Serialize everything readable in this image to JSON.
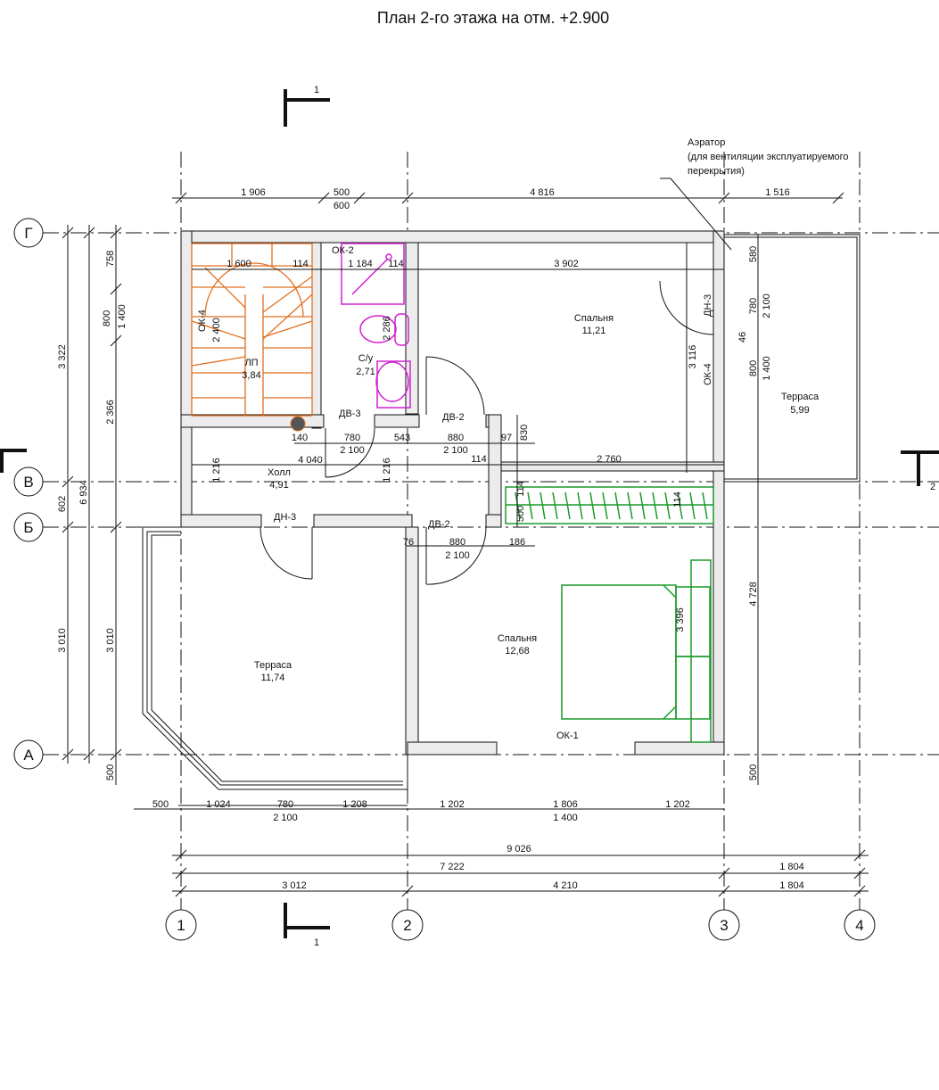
{
  "title": "План 2-го этажа на отм. +2.900",
  "axes": {
    "v": [
      "1",
      "2",
      "3",
      "4"
    ],
    "h": [
      "Г",
      "В",
      "Б",
      "А"
    ]
  },
  "sections": {
    "top": "1",
    "bottom": "1",
    "right": "2"
  },
  "note": {
    "line1": "Аэратор",
    "line2": "(для вентиляции эксплуатируемого",
    "line3": "перекрытия)"
  },
  "rooms": {
    "stair": {
      "name": "ЛП",
      "area": "3,84"
    },
    "bath": {
      "name": "С/у",
      "area": "2,71"
    },
    "bedroom1": {
      "name": "Спальня",
      "area": "11,21"
    },
    "hall": {
      "name": "Холл",
      "area": "4,91"
    },
    "terrace_right": {
      "name": "Терраса",
      "area": "5,99"
    },
    "terrace_left": {
      "name": "Терраса",
      "area": "11,74"
    },
    "bedroom2": {
      "name": "Спальня",
      "area": "12,68"
    }
  },
  "openings": {
    "ok2": "ОК-2",
    "ok4a": "ОК-4",
    "ok4b": "ОК-4",
    "ok1": "ОК-1",
    "dv3": "ДВ-3",
    "dv2a": "ДВ-2",
    "dv2b": "ДВ-2",
    "dn3a": "ДН-3",
    "dn3b": "ДН-3"
  },
  "dims": {
    "top": [
      "1 906",
      "500",
      "600",
      "4 816",
      "1 516"
    ],
    "inner_top": [
      "1 600",
      "114",
      "1 184",
      "114",
      "3 902"
    ],
    "stair_v": "2 400",
    "bath_v": "2 286",
    "doors_row": [
      "140",
      "780",
      "543",
      "880",
      "97"
    ],
    "doors_row2": [
      "2 100",
      "2 100"
    ],
    "d830": "830",
    "hall_row": [
      "4 040",
      "114",
      "2 760"
    ],
    "hall_v": [
      "1 216",
      "1 216"
    ],
    "lower_doors": [
      "76",
      "880",
      "186",
      "2 100"
    ],
    "wardrobe": [
      "500",
      "114",
      "114"
    ],
    "bedroom1_v": "3 116",
    "right_v": [
      "580",
      "780",
      "2 100",
      "46",
      "800",
      "1 400",
      "4 728",
      "500"
    ],
    "bedroom2_v": "3 396",
    "left_outer": [
      "3 322",
      "6 934",
      "602",
      "3 010"
    ],
    "left_inner": [
      "758",
      "800",
      "1 400",
      "2 366",
      "3 010",
      "500"
    ],
    "bottom1": [
      "500",
      "1 024",
      "780",
      "1 208",
      "1 202",
      "1 806",
      "1 202"
    ],
    "bottom1b": [
      "2 100",
      "1 400"
    ],
    "total": "9 026",
    "row2": [
      "7 222",
      "1 804"
    ],
    "row3": [
      "3 012",
      "4 210",
      "1 804"
    ]
  }
}
